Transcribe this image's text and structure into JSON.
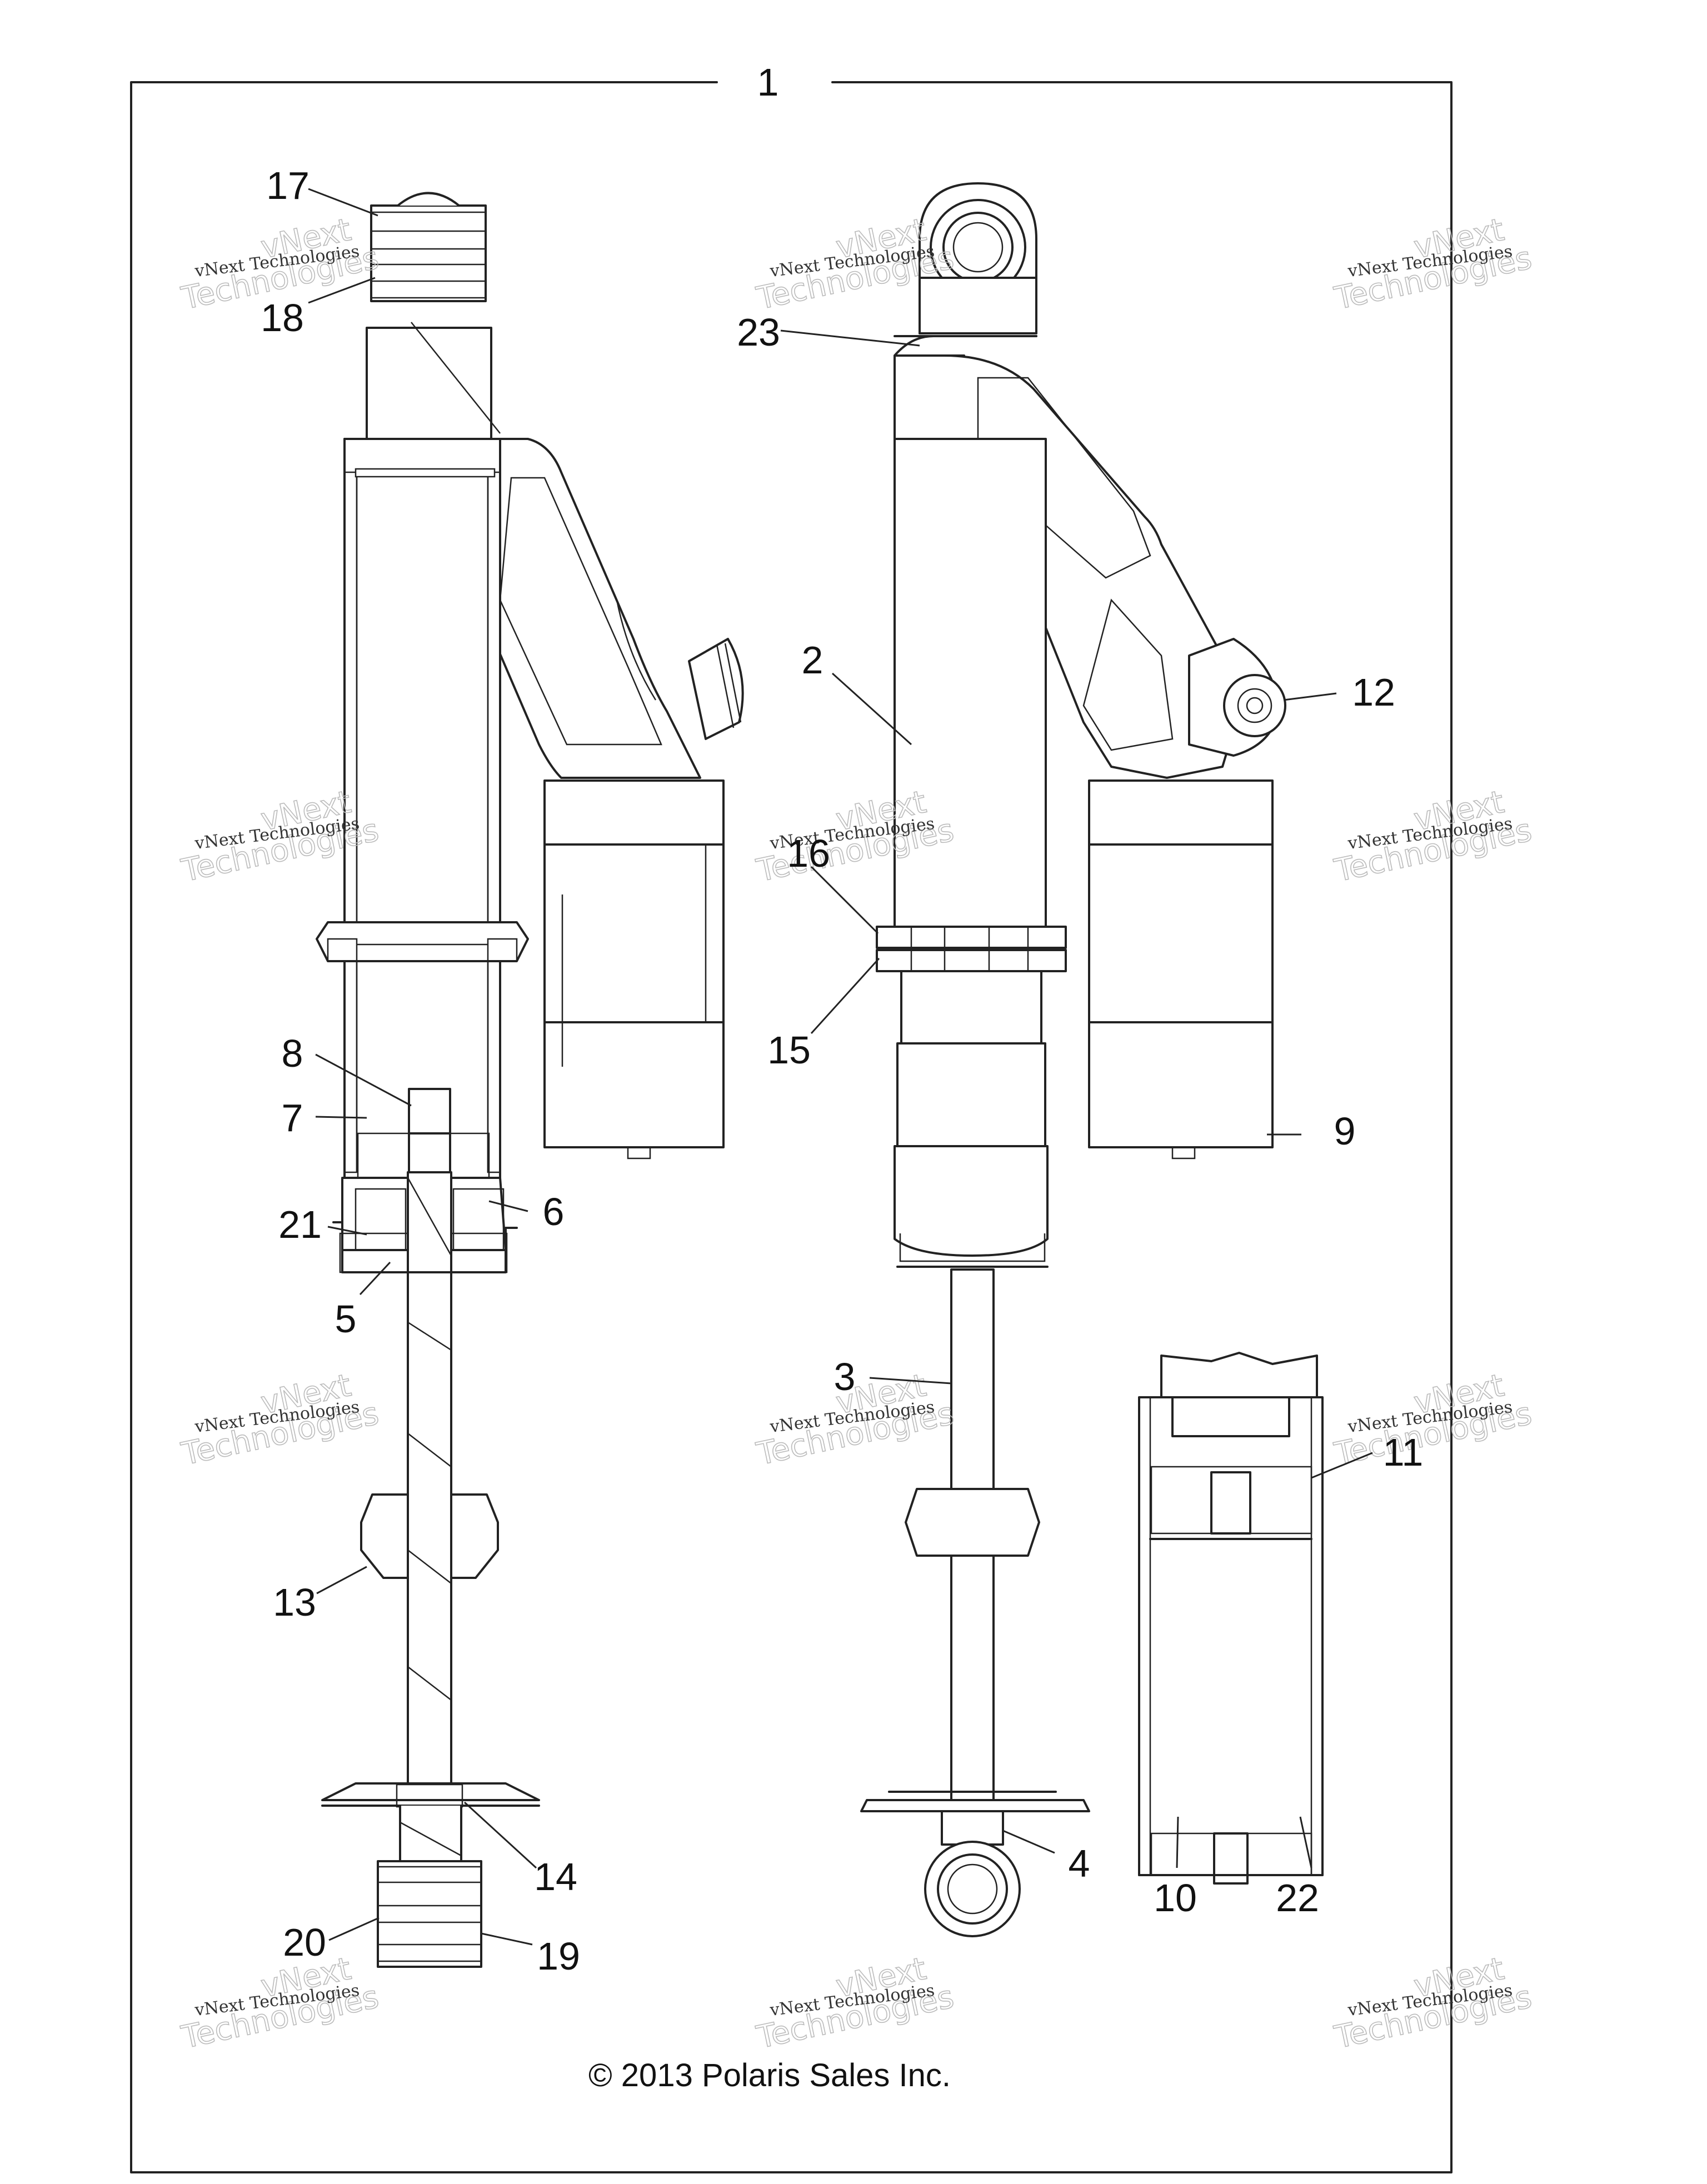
{
  "diagram": {
    "assembly_number": "1",
    "copyright": "© 2013 Polaris Sales Inc.",
    "watermark": {
      "line1": "vNext Technologies",
      "line2a": "vNext",
      "line2b": "Technologies"
    },
    "callouts": [
      {
        "id": "17",
        "label": "17"
      },
      {
        "id": "18",
        "label": "18"
      },
      {
        "id": "23",
        "label": "23"
      },
      {
        "id": "2",
        "label": "2"
      },
      {
        "id": "12",
        "label": "12"
      },
      {
        "id": "16",
        "label": "16"
      },
      {
        "id": "15",
        "label": "15"
      },
      {
        "id": "8",
        "label": "8"
      },
      {
        "id": "7",
        "label": "7"
      },
      {
        "id": "6",
        "label": "6"
      },
      {
        "id": "21",
        "label": "21"
      },
      {
        "id": "5",
        "label": "5"
      },
      {
        "id": "9",
        "label": "9"
      },
      {
        "id": "3",
        "label": "3"
      },
      {
        "id": "11",
        "label": "11"
      },
      {
        "id": "13",
        "label": "13"
      },
      {
        "id": "14",
        "label": "14"
      },
      {
        "id": "4",
        "label": "4"
      },
      {
        "id": "10",
        "label": "10"
      },
      {
        "id": "22",
        "label": "22"
      },
      {
        "id": "20",
        "label": "20"
      },
      {
        "id": "19",
        "label": "19"
      }
    ]
  }
}
